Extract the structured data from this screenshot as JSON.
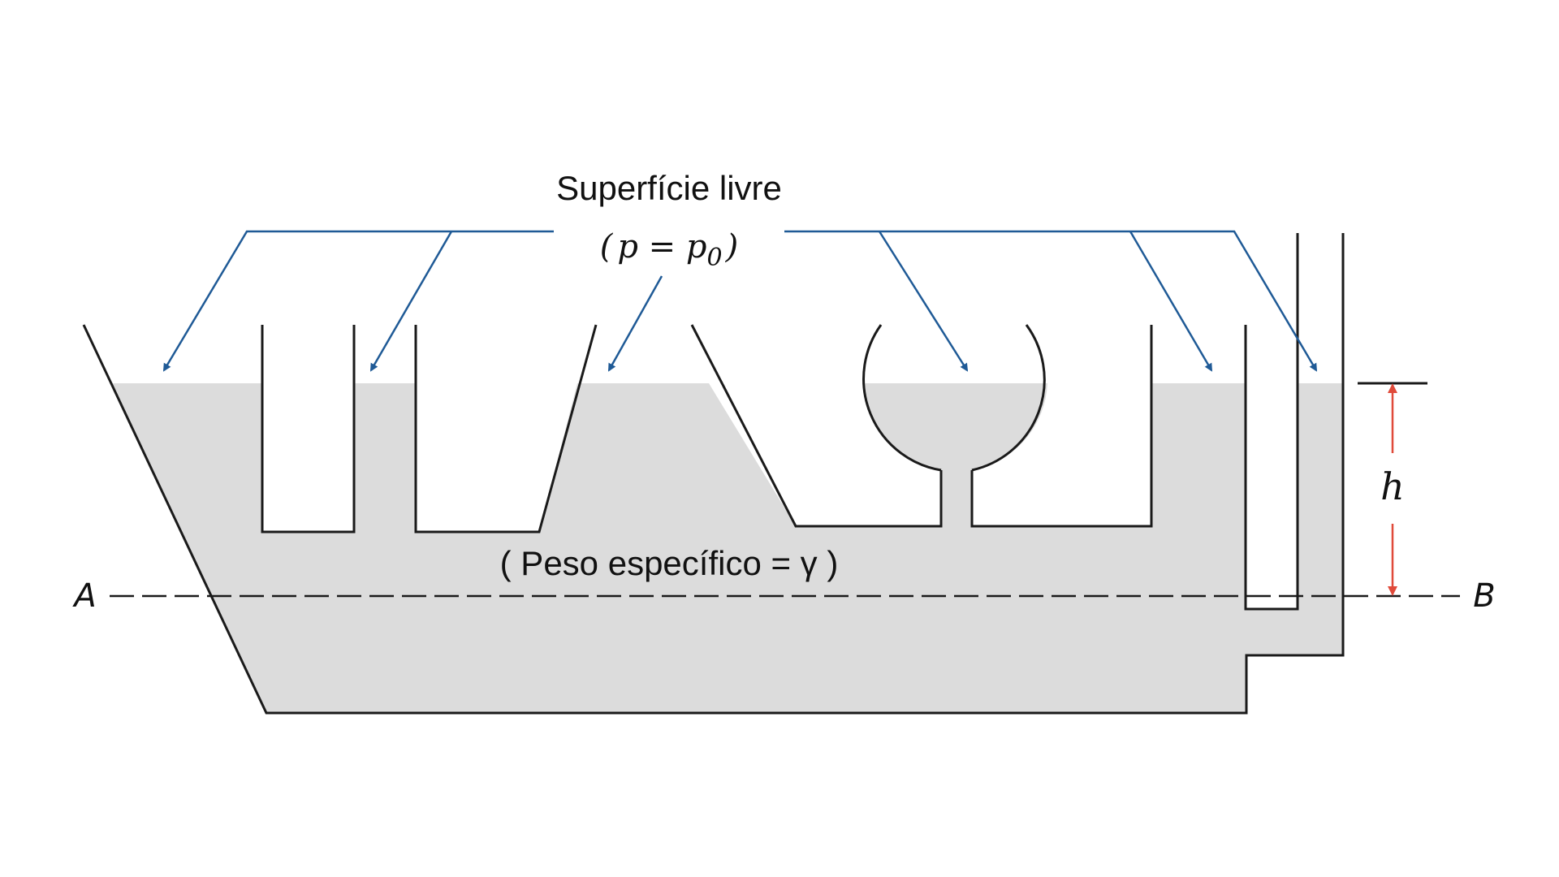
{
  "labels": {
    "free_surface": "Superfície livre",
    "pressure_open": "(",
    "pressure_p": "p",
    "pressure_eq": " = ",
    "pressure_p0": "p",
    "pressure_sub": "0",
    "pressure_close": ")",
    "specific_weight": "( Peso específico = γ )",
    "point_a": "A",
    "point_b": "B",
    "height": "h"
  },
  "colors": {
    "liquid": "#dcdcdc",
    "walls": "#1a1a1a",
    "pointer_arrows": "#1f5a96",
    "height_arrow": "#e04a3a"
  }
}
